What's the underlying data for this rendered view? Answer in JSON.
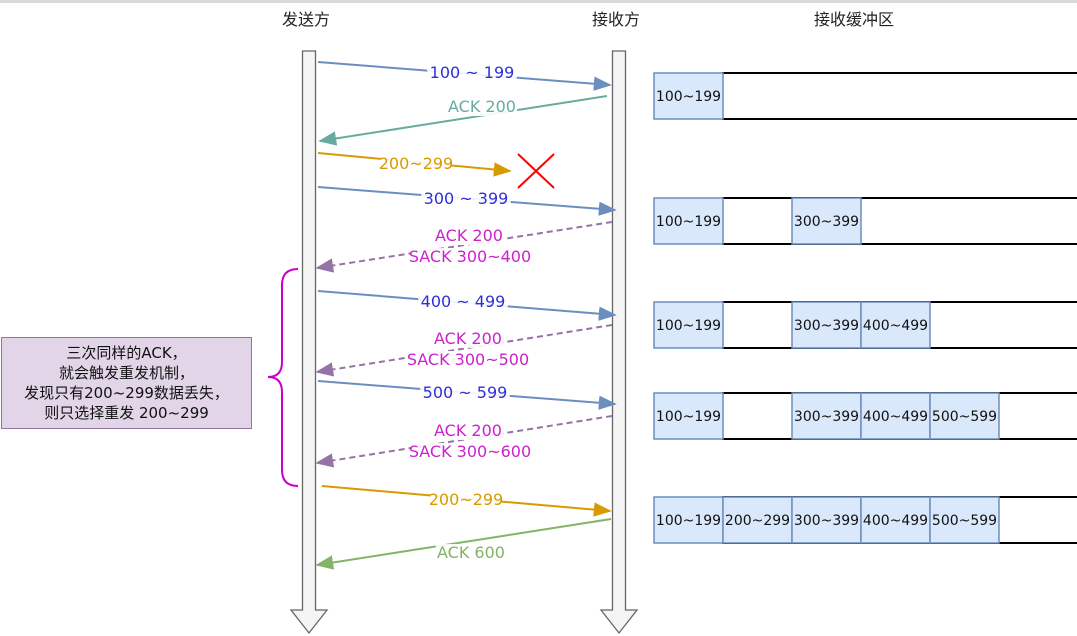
{
  "headers": {
    "sender": "发送方",
    "receiver": "接收方",
    "buffer": "接收缓冲区"
  },
  "note": {
    "lines": [
      "三次同样的ACK，",
      "就会触发重发机制，",
      "发现只有200~299数据丢失，",
      "则只选择重发 200~299"
    ]
  },
  "messages": [
    {
      "label": "100 ~ 199",
      "color": "#6c8ebf",
      "text_color": "#2f2fd8",
      "direction": "to-receiver",
      "dashed": false
    },
    {
      "label": "ACK 200",
      "color": "#67ab9f",
      "text_color": "#67ab9f",
      "direction": "to-sender",
      "dashed": false
    },
    {
      "label": "200~299",
      "color": "#d79b00",
      "text_color": "#d79b00",
      "direction": "to-receiver",
      "dashed": false,
      "lost": true
    },
    {
      "label": "300 ~ 399",
      "color": "#6c8ebf",
      "text_color": "#2f2fd8",
      "direction": "to-receiver",
      "dashed": false
    },
    {
      "label": "ACK 200",
      "label2": "SACK 300~400",
      "color": "#9673a6",
      "text_color": "#cc22cc",
      "direction": "to-sender",
      "dashed": true
    },
    {
      "label": "400 ~ 499",
      "color": "#6c8ebf",
      "text_color": "#2f2fd8",
      "direction": "to-receiver",
      "dashed": false
    },
    {
      "label": "ACK 200",
      "label2": "SACK 300~500",
      "color": "#9673a6",
      "text_color": "#cc22cc",
      "direction": "to-sender",
      "dashed": true
    },
    {
      "label": "500 ~ 599",
      "color": "#6c8ebf",
      "text_color": "#2f2fd8",
      "direction": "to-receiver",
      "dashed": false
    },
    {
      "label": "ACK 200",
      "label2": "SACK 300~600",
      "color": "#9673a6",
      "text_color": "#cc22cc",
      "direction": "to-sender",
      "dashed": true
    },
    {
      "label": "200~299",
      "color": "#d79b00",
      "text_color": "#d79b00",
      "direction": "to-receiver",
      "dashed": false
    },
    {
      "label": "ACK 600",
      "color": "#82b366",
      "text_color": "#82b366",
      "direction": "to-sender",
      "dashed": false
    }
  ],
  "buffers": [
    {
      "cells": [
        "100~199",
        "",
        "",
        "",
        "",
        ""
      ]
    },
    {
      "cells": [
        "100~199",
        "",
        "300~399",
        "",
        "",
        ""
      ]
    },
    {
      "cells": [
        "100~199",
        "",
        "300~399",
        "400~499",
        "",
        ""
      ]
    },
    {
      "cells": [
        "100~199",
        "",
        "300~399",
        "400~499",
        "500~599",
        ""
      ]
    },
    {
      "cells": [
        "100~199",
        "200~299",
        "300~399",
        "400~499",
        "500~599",
        ""
      ]
    }
  ],
  "colors": {
    "lifeline_fill": "#f5f5f5",
    "lifeline_stroke": "#666666",
    "cell_fill": "#dae8fc",
    "cell_stroke": "#6c8ebf",
    "brace": "#cc00cc",
    "cross": "#ff0000"
  }
}
